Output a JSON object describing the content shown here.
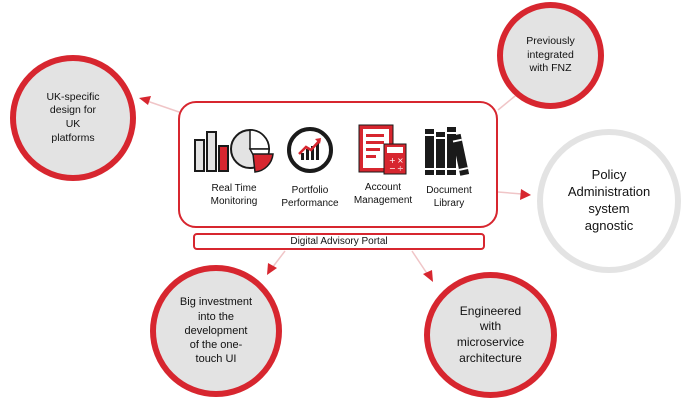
{
  "portal_label": "Digital Advisory Portal",
  "colors": {
    "accent": "#d7262f",
    "circle_fill": "#e3e3e3",
    "dark": "#1a1a1a"
  },
  "features": [
    {
      "icon": "charts-icon",
      "label": "Real Time\nMonitoring"
    },
    {
      "icon": "performance-gauge-icon",
      "label": "Portfolio\nPerformance"
    },
    {
      "icon": "account-calculator-icon",
      "label": "Account\nManagement"
    },
    {
      "icon": "books-icon",
      "label": "Document\nLibrary"
    }
  ],
  "bubbles": {
    "uk_design": "UK-specific\ndesign for\nUK\nplatforms",
    "fnz": "Previously\nintegrated\nwith FNZ",
    "policy_admin": "Policy\nAdministration\nsystem\nagnostic",
    "investment": "Big investment\ninto the\ndevelopment\nof the one-\ntouch UI",
    "microservice": "Engineered\nwith\nmicroservice\narchitecture"
  }
}
